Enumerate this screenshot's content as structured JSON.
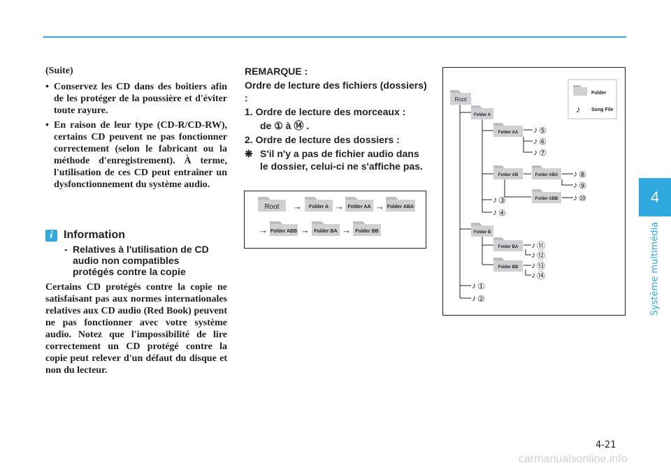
{
  "left": {
    "suite": "(Suite)",
    "bullets": [
      "Conservez les CD dans des boîtiers afin de les protéger de la poussière et d'éviter toute rayure.",
      "En raison de leur type (CD-R/CD-RW), certains CD peuvent ne pas fonctionner correctement (selon le fabricant ou la méthode d'enregistrement). À terme, l'utilisation de ces CD peut entraîner un dysfonctionnement du système audio."
    ],
    "bullet_mark": "•",
    "info_icon": "i",
    "info_title": "Information",
    "info_sub_mark": "-",
    "info_sub": "Relatives à l'utilisation de CD audio non compatibles protégés contre la copie",
    "info_body": "Certains CD protégés contre la copie ne satisfaisant pas aux normes internationales relatives aux CD audio (Red Book) peuvent ne pas fonctionner avec votre système audio. Notez que l'impossibilité de lire correctement un CD protégé contre la copie peut relever d'un défaut du disque et non du lecteur."
  },
  "right": {
    "remark": "REMARQUE :",
    "order_title": "Ordre de lecture des fichiers (dossiers) :",
    "item1": "1. Ordre de lecture des morceaux :",
    "item1_range": "de ① à ⑭ .",
    "item2": "2. Ordre de lecture des dossiers :",
    "note_mark": "❋",
    "note": "S'il n'y a pas de fichier audio dans le dossier, celui-ci ne s'affiche pas."
  },
  "sequence": {
    "row1": [
      "Root",
      "Folder A",
      "Folder AA",
      "Folder ABA"
    ],
    "row2": [
      "Folder ABB",
      "Folder BA",
      "Folder BB"
    ],
    "arrow": "→"
  },
  "tree": {
    "legend_folder": "Folder",
    "legend_song": "Song File",
    "note_glyph": "♪",
    "root": "Root",
    "folders": [
      "Folder A",
      "Folder AA",
      "Folder AB",
      "Folder ABA",
      "Folder ABB",
      "Folder B",
      "Folder BA",
      "Folder BB"
    ],
    "songs": [
      "⑤",
      "⑥",
      "⑦",
      "⑧",
      "⑨",
      "⑩",
      "③",
      "④",
      "⑪",
      "⑫",
      "⑬",
      "⑭",
      "①",
      "②"
    ]
  },
  "side": {
    "chapter": "4",
    "section": "Système multimédia"
  },
  "footer": {
    "page": "4-21",
    "watermark": "carmanualsonline.info"
  },
  "colors": {
    "accent": "#2fa9df",
    "folder_fill": "#cfd0d2",
    "text": "#231f20"
  }
}
